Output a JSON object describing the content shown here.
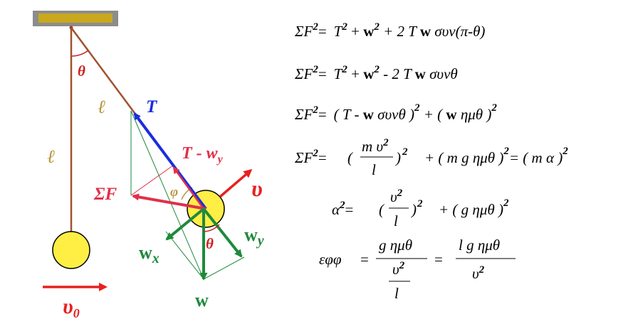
{
  "diagram": {
    "labels": {
      "theta_top": "θ",
      "ell_upper": "ℓ",
      "ell_lower": "ℓ",
      "T": "T",
      "T_minus_wy": "T - w",
      "T_minus_wy_sub": "y",
      "sigmaF": "ΣF",
      "phi": "φ",
      "v": "υ",
      "wy": "w",
      "wy_sub": "y",
      "wx": "w",
      "wx_sub": "x",
      "theta_bob": "θ",
      "w": "w",
      "v0": "υ",
      "v0_sub": "0"
    },
    "colors": {
      "support": "#c9a81e",
      "support_border": "#8c8c8c",
      "string": "#a0522d",
      "bob": "#ffee44",
      "tension": "#1a2de0",
      "sigmaF": "#e0304a",
      "velocity": "#e82020",
      "weight": "#1e8a3c",
      "theta": "#cc2222",
      "ell": "#b8963c",
      "phi": "#b8963c"
    }
  },
  "equations": {
    "eq1": {
      "lhs": "ΣF",
      "lhs_exp": "2",
      "eq": "=",
      "a": "T",
      "a_exp": "2",
      "plus1": " + ",
      "b": "w",
      "b_exp": "2",
      "rest": " + 2 T ",
      "w": "w",
      "tail": " συν(π-θ)"
    },
    "eq2": {
      "lhs": "ΣF",
      "lhs_exp": "2",
      "eq": "=",
      "a": "T",
      "a_exp": "2",
      "plus1": " + ",
      "b": "w",
      "b_exp": "2",
      "rest": " - 2 T ",
      "w": "w",
      "tail": " συνθ"
    },
    "eq3": {
      "lhs": "ΣF",
      "lhs_exp": "2",
      "eq": "=",
      "p1": "( T - ",
      "w1": "w",
      "p1b": " συνθ )",
      "e1": "2",
      "plus": " + ( ",
      "w2": "w",
      "p2": " ημθ )",
      "e2": "2"
    },
    "eq4": {
      "lhs": "ΣF",
      "lhs_exp": "2",
      "eq": "=",
      "open": "(",
      "num": "m υ",
      "num_exp": "2",
      "den": "l",
      "close": ")",
      "e1": "2",
      "plus": "+ ( m g ημθ )",
      "e2": "2",
      "eq2": "= ( m α )",
      "e3": "2"
    },
    "eq5": {
      "lhs": "α",
      "lhs_exp": "2",
      "eq": "=",
      "open": "(",
      "num": "υ",
      "num_exp": "2",
      "den": "l",
      "close": ")",
      "e1": "2",
      "plus": "+ ( g ημθ )",
      "e2": "2"
    },
    "eq6": {
      "lhs": "εφφ",
      "eq": "=",
      "num1": "g ημθ",
      "den_num": "υ",
      "den_exp": "2",
      "den_den": "l",
      "eq2": "=",
      "num2": "l g ημθ",
      "den2": "υ",
      "den2_exp": "2"
    }
  }
}
